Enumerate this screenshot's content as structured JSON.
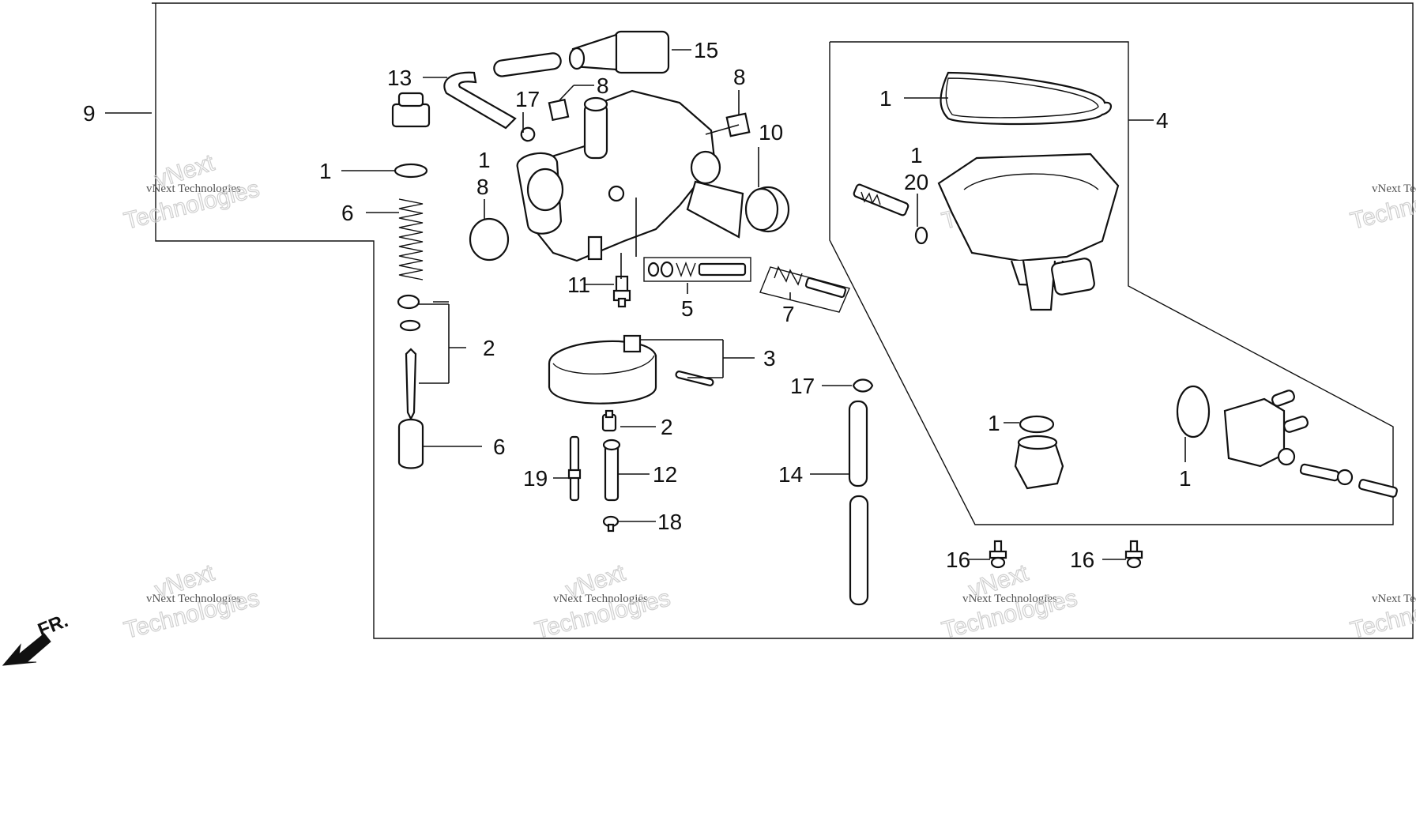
{
  "callouts": {
    "c1a": "1",
    "c1b": "1",
    "c1c": "1",
    "c1d": "1",
    "c1e": "1",
    "c1f": "1",
    "c2a": "2",
    "c2b": "2",
    "c3": "3",
    "c4": "4",
    "c5": "5",
    "c6a": "6",
    "c6b": "6",
    "c7": "7",
    "c8a": "8",
    "c8b": "8",
    "c8c": "8",
    "c9": "9",
    "c10": "10",
    "c11": "11",
    "c12": "12",
    "c13": "13",
    "c14": "14",
    "c15": "15",
    "c16a": "16",
    "c16b": "16",
    "c17a": "17",
    "c17b": "17",
    "c18": "18",
    "c19": "19",
    "c20": "20"
  },
  "direction_label": "FR.",
  "watermark": {
    "line1": "vNext Technologies",
    "line2": "vNext",
    "line3": "Technologies"
  },
  "icons": {
    "front_arrow": "arrow-down-left-icon"
  }
}
